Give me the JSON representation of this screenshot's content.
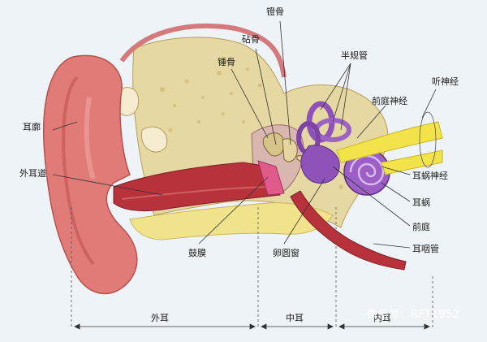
{
  "labels": {
    "malleus_top": "镫骨",
    "incus": "砧骨",
    "malleus": "锤骨",
    "semicircular_canals": "半规管",
    "auditory_nerve": "听神经",
    "vestibular_nerve": "前庭神经",
    "cochlear_nerve": "耳蜗神经",
    "cochlea": "耳蜗",
    "vestibule": "前庭",
    "eustachian_tube": "耳咽管",
    "auricle": "耳廓",
    "ear_canal": "外耳道",
    "eardrum": "鼓膜",
    "oval_window": "卵圆窗"
  },
  "sections": {
    "outer_ear": "外耳",
    "middle_ear": "中耳",
    "inner_ear": "内耳"
  },
  "watermark": "微信号：BFT1952",
  "colors": {
    "background": "#eef3f8",
    "skin": "#d9534f",
    "bone": "#e9d79a",
    "inner_ear": "#8e52b8",
    "nerve": "#f2e34a",
    "canal": "#b8323c"
  }
}
